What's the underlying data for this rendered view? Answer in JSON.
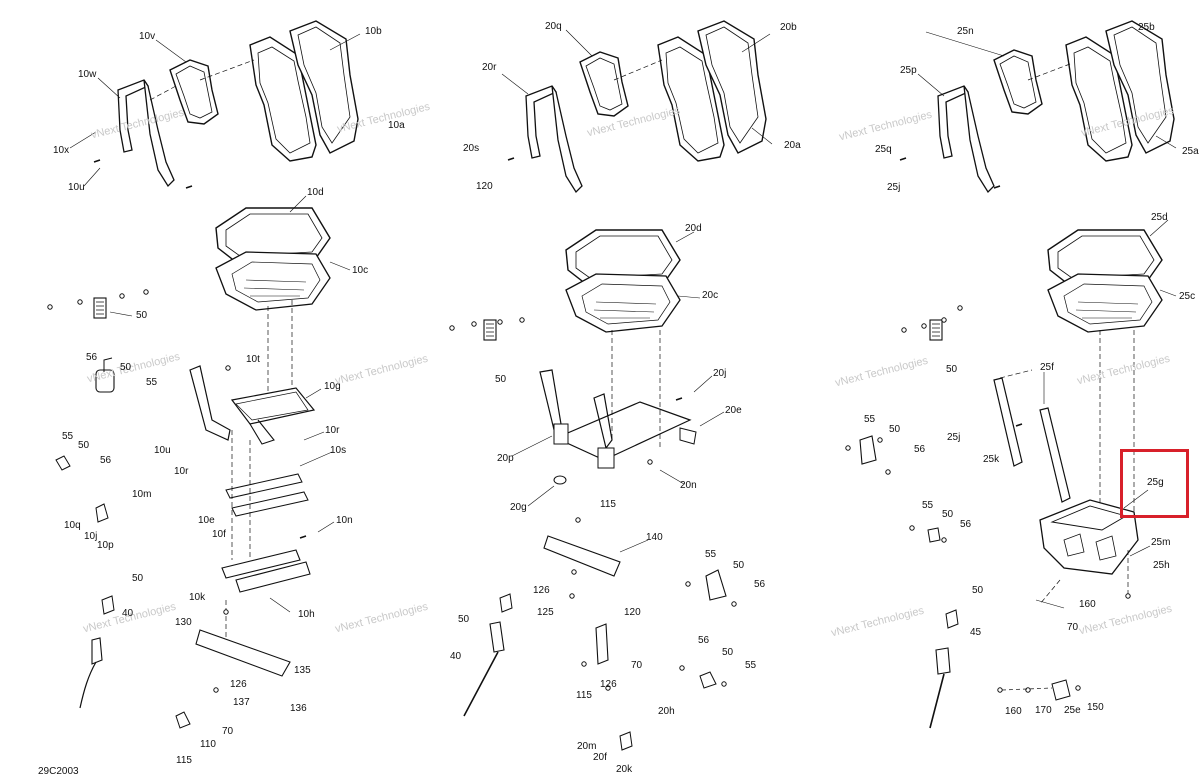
{
  "diagram_code": "29C2003",
  "watermark_text": "vNext Technologies",
  "highlight_color": "#d8202a",
  "highlighted_part": "25g",
  "labels": {
    "l10b": "10b",
    "l10v": "10v",
    "l10w": "10w",
    "l10a": "10a",
    "l10x": "10x",
    "l10u_a": "10u",
    "l10d": "10d",
    "l10c": "10c",
    "l50_a": "50",
    "l56_a": "56",
    "l50_b": "50",
    "l55_a": "55",
    "l10t": "10t",
    "l10g": "10g",
    "l55_b": "55",
    "l50_c": "50",
    "l56_b": "56",
    "l10u_b": "10u",
    "l10r_a": "10r",
    "l10r_b": "10r",
    "l10s": "10s",
    "l10m": "10m",
    "l10q": "10q",
    "l10j": "10j",
    "l10p": "10p",
    "l10e": "10e",
    "l10f": "10f",
    "l10n": "10n",
    "l50_d": "50",
    "l40_a": "40",
    "l10k": "10k",
    "l10h": "10h",
    "l130": "130",
    "l135": "135",
    "l126_a": "126",
    "l137": "137",
    "l136": "136",
    "l70_a": "70",
    "l110": "110",
    "l115_a": "115",
    "l20q": "20q",
    "l20b": "20b",
    "l20r": "20r",
    "l20s": "20s",
    "l20a": "20a",
    "l120_a": "120",
    "l20d": "20d",
    "l20c": "20c",
    "l50_e": "50",
    "l20j": "20j",
    "l20e": "20e",
    "l20p": "20p",
    "l20n": "20n",
    "l20g": "20g",
    "l115_b": "115",
    "l140": "140",
    "l126_b": "126",
    "l125": "125",
    "l55_c": "55",
    "l50_f": "50",
    "l56_c": "56",
    "l50_g": "50",
    "l120_b": "120",
    "l40_b": "40",
    "l70_b": "70",
    "l56_d": "56",
    "l50_h": "50",
    "l126_c": "126",
    "l55_d": "55",
    "l115_c": "115",
    "l20h": "20h",
    "l20m": "20m",
    "l20f": "20f",
    "l20k": "20k",
    "l25n": "25n",
    "l25b": "25b",
    "l25p": "25p",
    "l25q": "25q",
    "l25a": "25a",
    "l25j_a": "25j",
    "l25d": "25d",
    "l25c": "25c",
    "l50_i": "50",
    "l25f": "25f",
    "l25j_b": "25j",
    "l25k": "25k",
    "l55_e": "55",
    "l50_j": "50",
    "l56_e": "56",
    "l25g": "25g",
    "l55_f": "55",
    "l50_k": "50",
    "l56_f": "56",
    "l25m": "25m",
    "l25h": "25h",
    "l160_a": "160",
    "l70_c": "70",
    "l50_l": "50",
    "l45": "45",
    "l160_b": "160",
    "l170": "170",
    "l25e": "25e",
    "l150": "150"
  }
}
